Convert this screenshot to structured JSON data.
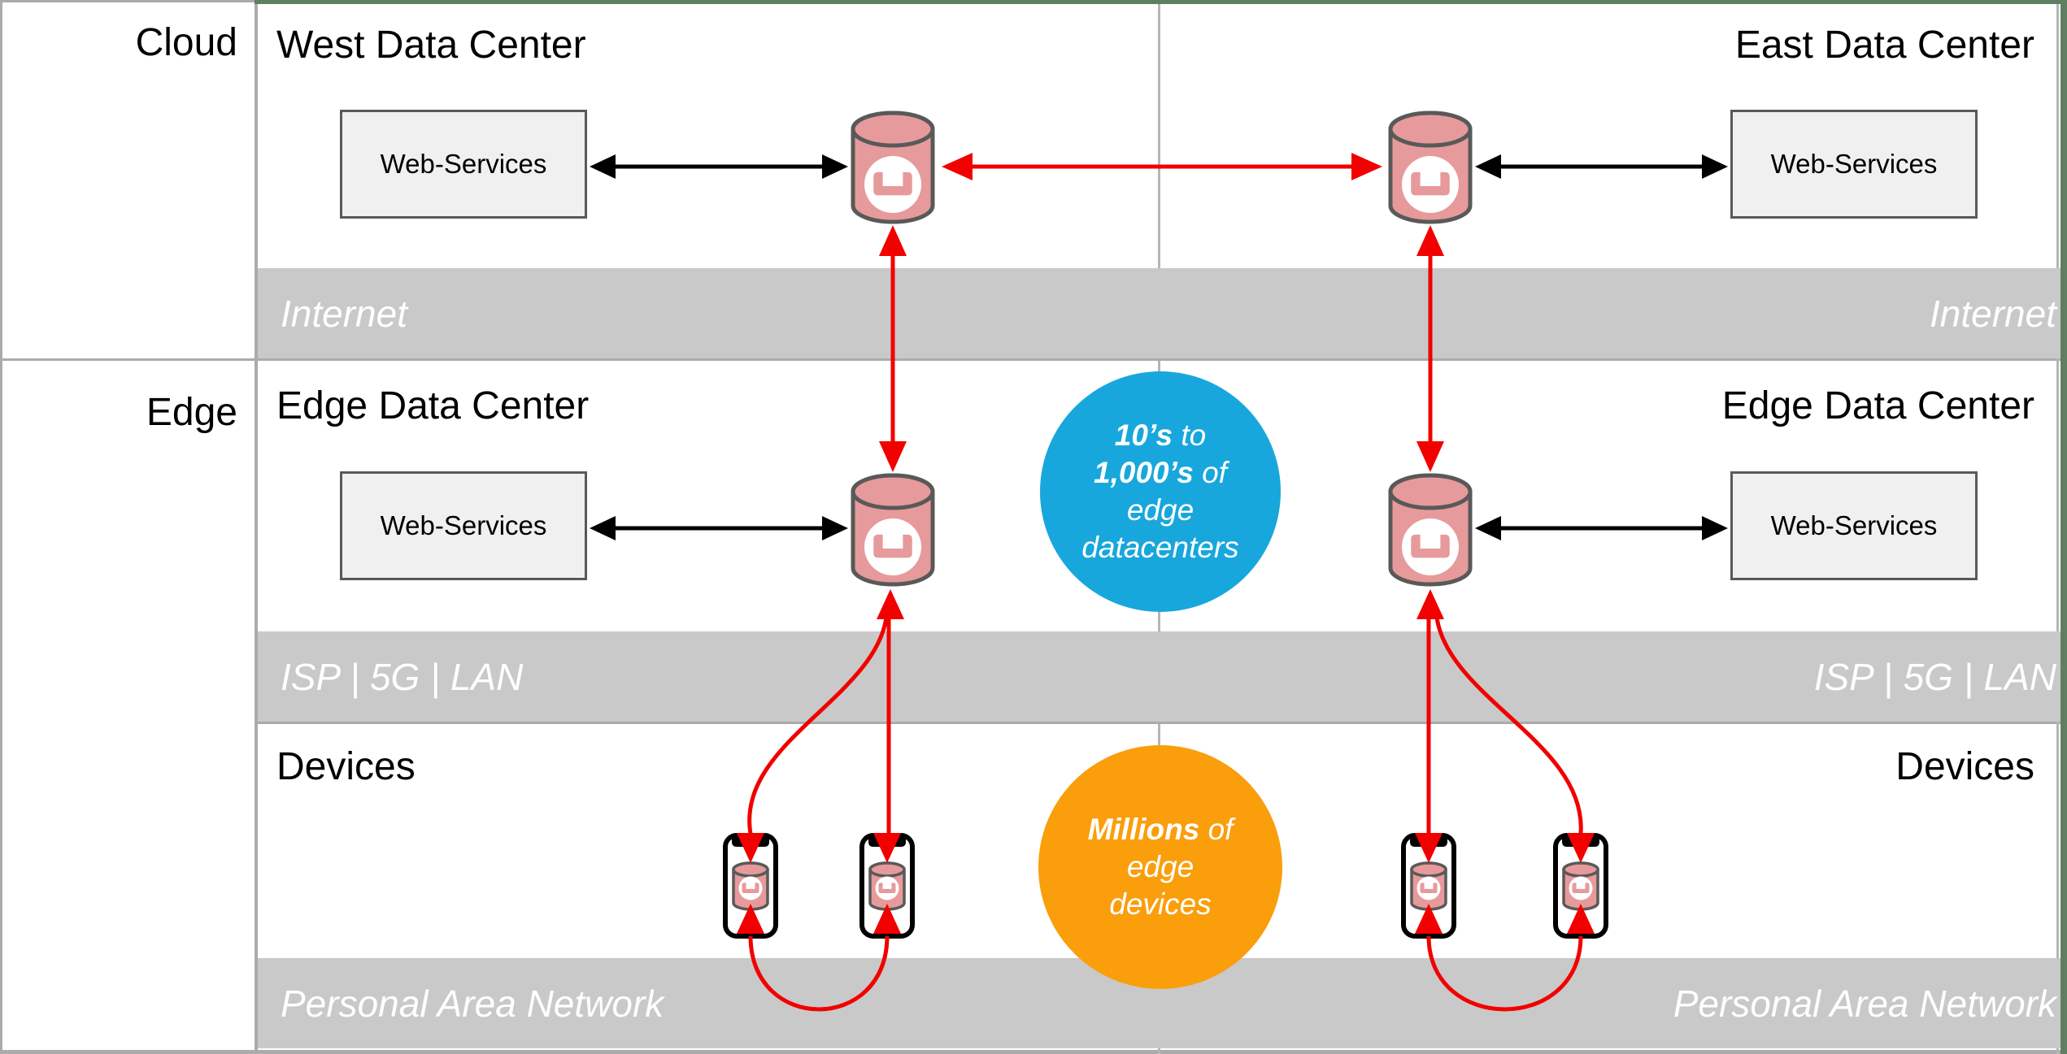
{
  "layers": {
    "cloud": "Cloud",
    "edge": "Edge"
  },
  "west": {
    "dc_title": "West Data Center",
    "web_services": "Web-Services",
    "internet": "Internet",
    "edge_dc_title": "Edge Data Center",
    "edge_web_services": "Web-Services",
    "isp": "ISP | 5G | LAN",
    "devices": "Devices",
    "pan": "Personal Area Network"
  },
  "east": {
    "dc_title": "East Data Center",
    "web_services": "Web-Services",
    "internet": "Internet",
    "edge_dc_title": "Edge Data Center",
    "edge_web_services": "Web-Services",
    "isp": "ISP | 5G | LAN",
    "devices": "Devices",
    "pan": "Personal Area Network"
  },
  "callouts": {
    "edge_datacenters": {
      "bold1": "10’s",
      "rest1": " to",
      "bold2": "1,000’s",
      "rest2": " of",
      "line3": "edge",
      "line4": "datacenters"
    },
    "edge_devices": {
      "bold1": "Millions",
      "rest1": " of",
      "line2": "edge",
      "line3": "devices"
    }
  },
  "icons": {
    "database": "couchbase-server-cylinder-icon",
    "database_logo": "couchbase-logo-icon",
    "mobile": "smartphone-couchbase-lite-icon"
  },
  "colors": {
    "salmon": "#E79A9B",
    "red": "#F20000",
    "bar": "#C9C9C9",
    "grid": "#ABABAB",
    "grid2": "#B5B5B5",
    "green": "#5F7F62",
    "blue": "#18A7DC",
    "orange": "#FA9E0C",
    "boxfill": "#F0F0F0",
    "stroke": "#595959"
  }
}
